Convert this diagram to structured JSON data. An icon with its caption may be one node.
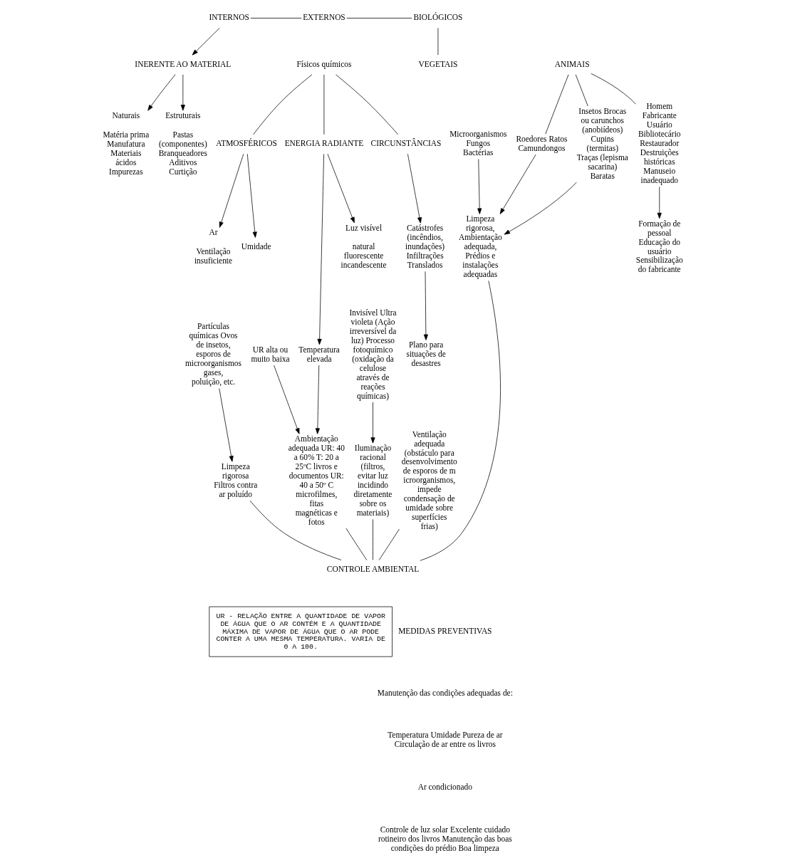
{
  "diagram": {
    "nodes": [
      {
        "text": [
          "INTERNOS"
        ]
      },
      {
        "text": [
          "EXTERNOS"
        ]
      },
      {
        "text": [
          "BIOLÓGICOS"
        ]
      },
      {
        "text": [
          "Físicos químicos"
        ]
      },
      {
        "text": [
          "INERENTE AO MATERIAL"
        ]
      },
      {
        "text": [
          "ATMOSFÉRICOS"
        ]
      },
      {
        "text": [
          "ENERGIA RADIANTE"
        ]
      },
      {
        "text": [
          "CIRCUNSTÂNCIAS"
        ]
      },
      {
        "text": [
          "VEGETAIS"
        ]
      },
      {
        "text": [
          "ANIMAIS"
        ]
      },
      {
        "text": [
          "Naturais"
        ],
        "beside": [
          "Matéria prima Manufatura Materiais ácidos Impurezas"
        ]
      },
      {
        "text": [
          "Estruturais"
        ],
        "beside": [
          "Pastas (componentes) Branqueadores Aditivos Curtição"
        ]
      },
      {
        "text": [
          "Ar"
        ],
        "beside": [
          "Ventilação insuficiente"
        ]
      },
      {
        "text": [
          "Umidade"
        ]
      },
      {
        "text": [
          "Temperatura elevada"
        ]
      },
      {
        "text": [
          "Luz visível"
        ],
        "beside": [
          "natural fluorescente incandescente"
        ]
      },
      {
        "text": [
          "Catástrofes (incêndios, inundações) Infiltrações Translados"
        ]
      },
      {
        "text": [
          "Microorganismos Fungos Bactérias"
        ]
      },
      {
        "text": [
          "Roedores Ratos Camundongos"
        ]
      },
      {
        "text": [
          "Insetos Brocas ou carunchos (anobiídeos) Cupins (termitas) Traças (lepisma sacarina) Baratas"
        ]
      },
      {
        "text": [
          "Homem Fabricante Usuário Bibliotecário Restaurador Destruições históricas Manuseio inadequado"
        ]
      },
      {
        "text": [
          "Partículas químicas Ovos de insetos, esporos de microorganismos gases, poluição, etc."
        ]
      },
      {
        "text": [
          "UR alta ou muito baixa"
        ]
      },
      {
        "text": [
          "Invisível Ultra violeta (Ação irreversível da luz) Processo fotoquímico (oxidação da celulose através de reações químicas)"
        ]
      },
      {
        "text": [
          "Formação de pessoal Educação do usuário Sensibilização do fabricante"
        ]
      },
      {
        "text": [
          "Ventilação adequada (obstáculo para desenvolvimento de esporos de microorganismos, impede condensação de umidade sobre superfícies frias)"
        ]
      },
      {
        "text": [
          "Limpeza rigorosa Filtros contra ar poluído"
        ]
      },
      {
        "text": [
          "Ambientação adequada UR: 40 a 60% T: 20 a 25ºC livros e documentos UR: 40 a 50º C microfilmes, fitas magnéticas e fotos"
        ]
      },
      {
        "text": [
          "Iluminação racional (filtros, evitar luz incidindo diretamente sobre os materiais)"
        ]
      },
      {
        "text": [
          "Plano para situações de desastres"
        ]
      },
      {
        "text": [
          "Limpeza rigorosa, Ambientação adequada, Prédios e instalações adequadas"
        ]
      },
      {
        "text": [
          "CONTROLE AMBIENTAL"
        ]
      },
      {
        "text": [
          "UR - RELAÇÃO ENTRE A QUANTIDADE DE VAPOR DE ÁGUA QUE O AR CONTÉM E A QUANTIDADE MÁXIMA DE VAPOR DE ÁGUA QUE O AR PODE CONTER A UMA MESMA TEMPERATURA. VARIA DE 0 A 100."
        ]
      }
    ],
    "edges": [
      {
        "from": 0,
        "to": 1,
        "arrow": "none"
      },
      {
        "from": 1,
        "to": 2,
        "arrow": "none"
      },
      {
        "from": 0,
        "to": 4,
        "arrow": "to"
      },
      {
        "from": 4,
        "to": 10,
        "arrow": "to"
      },
      {
        "from": 4,
        "to": 11,
        "arrow": "to"
      },
      {
        "from": 3,
        "to": 5,
        "arrow": "none"
      },
      {
        "from": 3,
        "to": 6,
        "arrow": "none"
      },
      {
        "from": 3,
        "to": 7,
        "arrow": "none"
      },
      {
        "from": 2,
        "to": 8,
        "arrow": "none"
      },
      {
        "from": 9,
        "to": 18,
        "arrow": "none"
      },
      {
        "from": 9,
        "to": 19,
        "arrow": "none"
      },
      {
        "from": 9,
        "to": 20,
        "arrow": "none"
      },
      {
        "from": 5,
        "to": 12,
        "arrow": "to"
      },
      {
        "from": 5,
        "to": 13,
        "arrow": "to"
      },
      {
        "from": 6,
        "to": 14,
        "arrow": "to"
      },
      {
        "from": 6,
        "to": 15,
        "arrow": "to"
      },
      {
        "from": 7,
        "to": 16,
        "arrow": "to"
      },
      {
        "from": 21,
        "to": 26,
        "arrow": "to"
      },
      {
        "from": 22,
        "to": 27,
        "arrow": "to"
      },
      {
        "from": 14,
        "to": 27,
        "arrow": "to"
      },
      {
        "from": 23,
        "to": 28,
        "arrow": "to"
      },
      {
        "from": 16,
        "to": 29,
        "arrow": "to"
      },
      {
        "from": 17,
        "to": 30,
        "arrow": "to"
      },
      {
        "from": 18,
        "to": 30,
        "arrow": "to"
      },
      {
        "from": 19,
        "to": 30,
        "arrow": "to"
      },
      {
        "from": 20,
        "to": 24,
        "arrow": "to"
      },
      {
        "from": 25,
        "to": 31,
        "arrow": "none"
      },
      {
        "from": 26,
        "to": 31,
        "arrow": "none"
      },
      {
        "from": 27,
        "to": 31,
        "arrow": "none"
      },
      {
        "from": 28,
        "to": 31,
        "arrow": "none"
      },
      {
        "from": 30,
        "to": 31,
        "arrow": "none"
      }
    ],
    "labels": [
      "MEDIDAS PREVENTIVAS",
      "Manutenção das condições adequadas de:",
      "Temperatura Umidade Pureza de ar Circulação de ar entre os livros",
      "Ar condicionado",
      "Controle de luz solar Excelente cuidado rotineiro dos livros Manutenção das boas condições do prédio Boa limpeza"
    ]
  }
}
